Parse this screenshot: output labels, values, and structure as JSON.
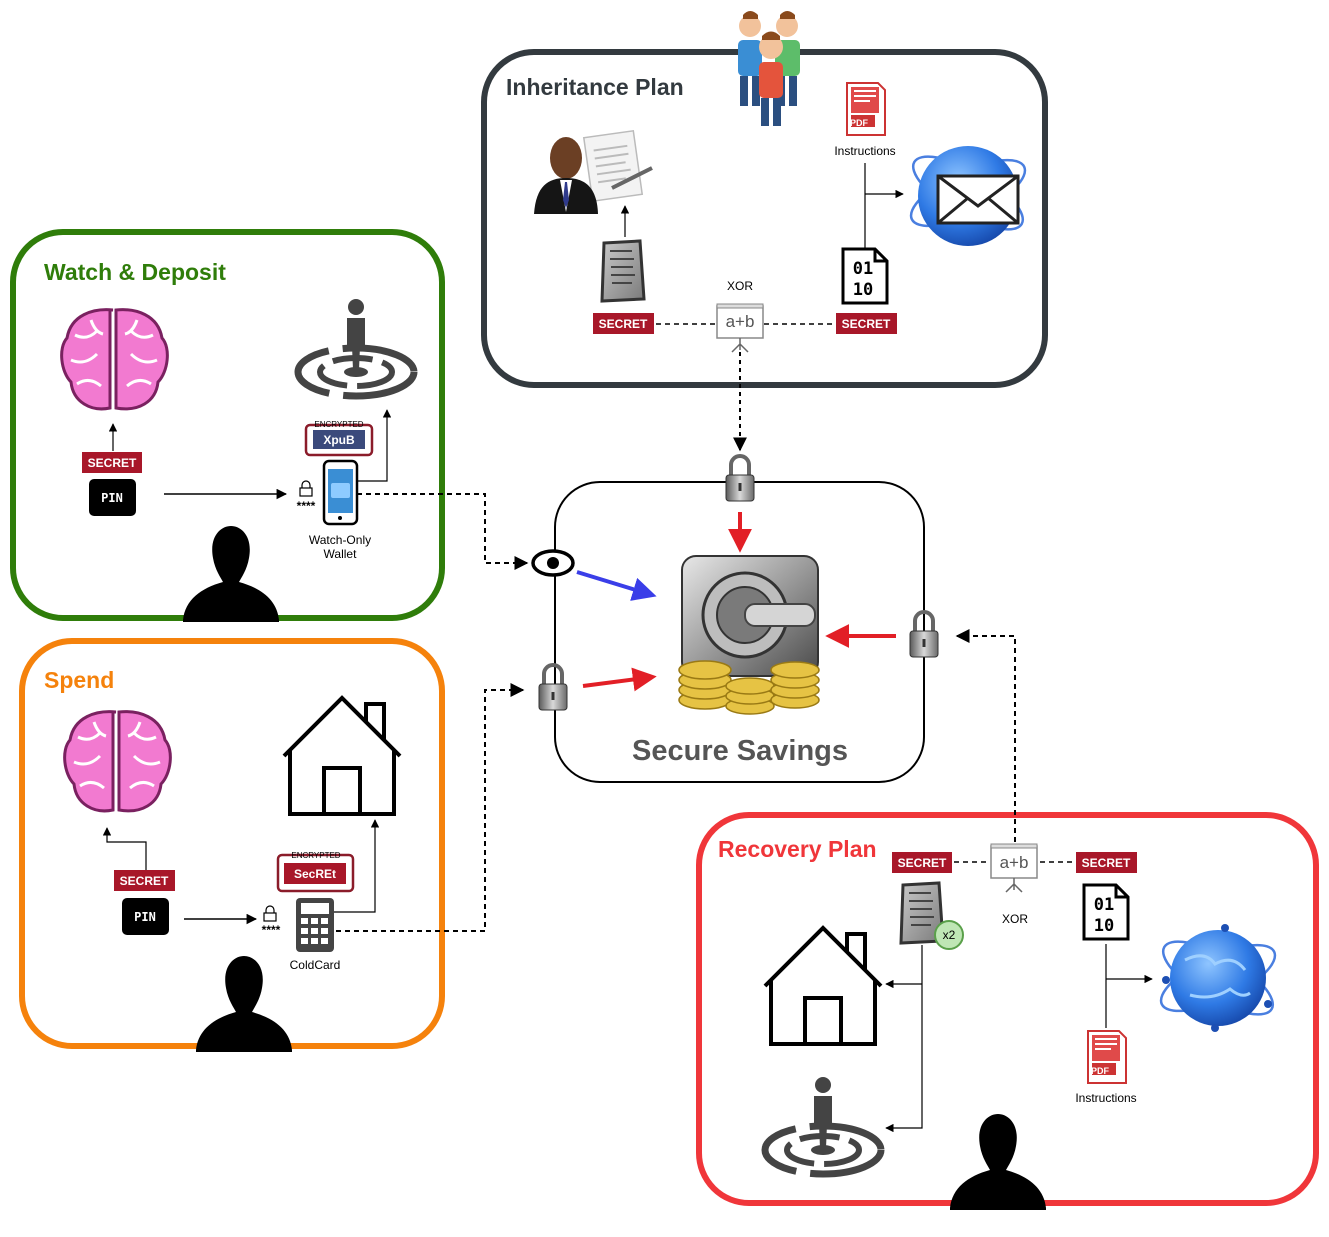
{
  "colors": {
    "watch": "#2f7d0a",
    "spend": "#f5820c",
    "inherit": "#333a3f",
    "recovery": "#f0363a",
    "secret_tag": "#a81729",
    "arrow_red": "#e21f26",
    "arrow_blue": "#3a3ee8"
  },
  "groups": {
    "watch": {
      "title": "Watch & Deposit"
    },
    "spend": {
      "title": "Spend"
    },
    "inherit": {
      "title": "Inheritance Plan"
    },
    "recovery": {
      "title": "Recovery Plan"
    },
    "vault": {
      "title": "Secure Savings"
    }
  },
  "labels": {
    "secret": "SECRET",
    "pin": "PIN",
    "encrypted": "ENCRYPTED",
    "xpub": "XpuB",
    "secret_mixed": "SecREt",
    "watch_only_wallet_line1": "Watch-Only",
    "watch_only_wallet_line2": "Wallet",
    "coldcard": "ColdCard",
    "instructions": "Instructions",
    "xor": "XOR",
    "xor_formula": "a+b",
    "x2": "x2",
    "stars": "****",
    "pdf": "PDF",
    "bin_top": "01",
    "bin_bottom": "10"
  },
  "icons": [
    "brain-icon",
    "radar-person-icon",
    "phone-icon",
    "person-silhouette-icon",
    "house-icon",
    "calculator-icon",
    "businessman-icon",
    "family-icon",
    "pdf-icon",
    "globe-mail-icon",
    "stone-tablet-icon",
    "binary-file-icon",
    "lock-icon",
    "eye-icon",
    "vault-coins-icon",
    "globe-icon",
    "xor-board-icon"
  ]
}
